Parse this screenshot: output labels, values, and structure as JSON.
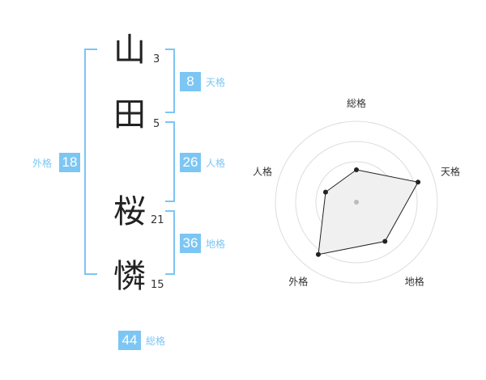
{
  "name": {
    "chars": [
      {
        "char": "山",
        "strokes": "3"
      },
      {
        "char": "田",
        "strokes": "5"
      },
      {
        "char": "桜",
        "strokes": "21"
      },
      {
        "char": "憐",
        "strokes": "15"
      }
    ]
  },
  "kakusu": {
    "tenkaku": {
      "value": "8",
      "label": "天格"
    },
    "jinkaku": {
      "value": "26",
      "label": "人格"
    },
    "chikaku": {
      "value": "36",
      "label": "地格"
    },
    "gaikaku": {
      "value": "18",
      "label": "外格"
    },
    "soukaku": {
      "value": "44",
      "label": "総格"
    }
  },
  "colors": {
    "accent": "#7cc6f4",
    "polygon_fill": "#f0f0f0",
    "ring": "#dddddd",
    "text": "#333333"
  },
  "chart_data": {
    "type": "radar",
    "axes": [
      "総格",
      "天格",
      "地格",
      "外格",
      "人格"
    ],
    "max": 5,
    "values": [
      2,
      4,
      3,
      4,
      2
    ],
    "rings": 4
  }
}
